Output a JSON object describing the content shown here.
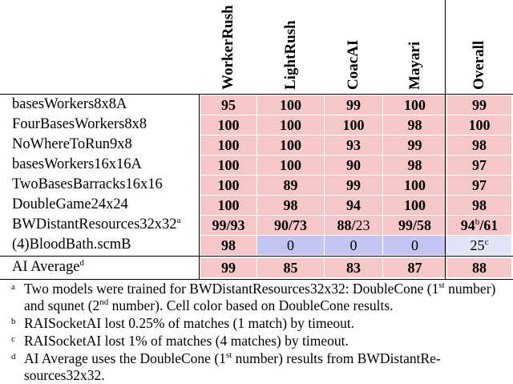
{
  "table": {
    "columns": [
      "WorkerRush",
      "LightRush",
      "CoacAI",
      "Mayari",
      "Overall"
    ],
    "rows": [
      {
        "label": "basesWorkers8x8A",
        "values": [
          "95",
          "100",
          "99",
          "100",
          "99"
        ]
      },
      {
        "label": "FourBasesWorkers8x8",
        "values": [
          "100",
          "100",
          "100",
          "98",
          "100"
        ]
      },
      {
        "label": "NoWhereToRun9x8",
        "values": [
          "100",
          "100",
          "93",
          "99",
          "98"
        ]
      },
      {
        "label": "basesWorkers16x16A",
        "values": [
          "100",
          "100",
          "90",
          "98",
          "97"
        ]
      },
      {
        "label": "TwoBasesBarracks16x16",
        "values": [
          "100",
          "89",
          "99",
          "100",
          "97"
        ]
      },
      {
        "label": "DoubleGame24x24",
        "values": [
          "100",
          "98",
          "94",
          "100",
          "98"
        ]
      },
      {
        "label": "BWDistantResources32x32",
        "label_sup": "a",
        "values": [
          "99/93",
          "90/73",
          "88/23",
          "99/58",
          "94/61"
        ],
        "overall_sup": "b"
      },
      {
        "label": "(4)BloodBath.scmB",
        "values": [
          "98",
          "0",
          "0",
          "0",
          "25"
        ],
        "overall_sup": "c"
      }
    ],
    "average": {
      "label": "AI Average",
      "label_sup": "d",
      "values": [
        "99",
        "85",
        "83",
        "87",
        "88"
      ]
    },
    "colors": {
      "high": "#f6c7c9",
      "zero": "#c4c4f2",
      "overall_low": "#e3e3f7"
    }
  },
  "footnotes": [
    {
      "mark": "a",
      "parts": [
        {
          "t": "Two models were trained for BWDistantResources32x32: DoubleCone (1"
        },
        {
          "t": "st",
          "sup": true
        },
        {
          "t": " number) and squnet (2"
        },
        {
          "t": "nd",
          "sup": true
        },
        {
          "t": " number). Cell color based on DoubleCone results."
        }
      ]
    },
    {
      "mark": "b",
      "parts": [
        {
          "t": "RAISocketAI lost 0.25% of matches (1 match) by timeout."
        }
      ]
    },
    {
      "mark": "c",
      "parts": [
        {
          "t": "RAISocketAI lost 1% of matches (4 matches) by timeout."
        }
      ]
    },
    {
      "mark": "d",
      "parts": [
        {
          "t": "AI Average uses the DoubleCone (1"
        },
        {
          "t": "st",
          "sup": true
        },
        {
          "t": " number) results from BWDistantRe-sources32x32."
        }
      ]
    }
  ]
}
